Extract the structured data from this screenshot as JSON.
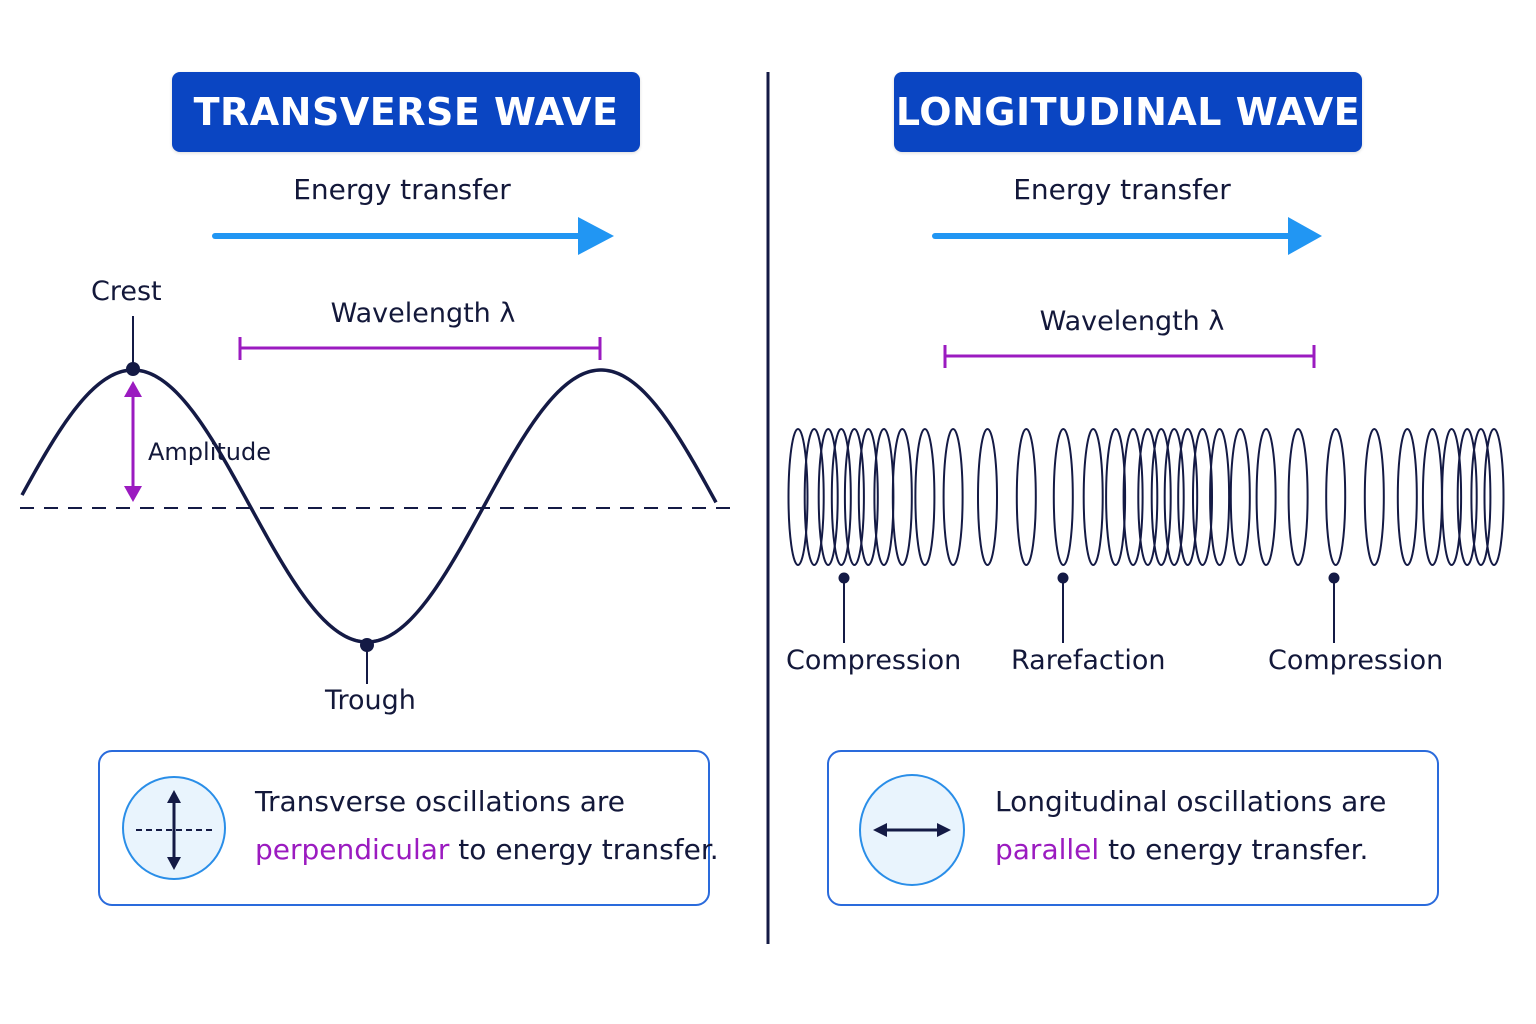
{
  "transverse": {
    "title": "TRANSVERSE WAVE",
    "energy_label": "Energy transfer",
    "wavelength_label": "Wavelength λ",
    "crest_label": "Crest",
    "amplitude_label": "Amplitude",
    "trough_label": "Trough",
    "info_line1": "Transverse oscillations are",
    "info_highlight": "perpendicular",
    "info_rest": " to energy transfer."
  },
  "longitudinal": {
    "title": "LONGITUDINAL WAVE",
    "energy_label": "Energy transfer",
    "wavelength_label": "Wavelength λ",
    "compression_label_1": "Compression",
    "rarefaction_label": "Rarefaction",
    "compression_label_2": "Compression",
    "info_line1": "Longitudinal oscillations are",
    "info_highlight": "parallel",
    "info_rest": " to energy transfer."
  },
  "colors": {
    "title_bg": "#0a45c2",
    "arrow": "#2196f3",
    "wave": "#141a45",
    "accent": "#9b1bc0",
    "box_border": "#2a6bdc"
  },
  "icons": {
    "energy_arrow": "arrow-right-icon",
    "vertical_oscillation": "arrow-up-down-icon",
    "horizontal_oscillation": "arrow-left-right-icon"
  }
}
